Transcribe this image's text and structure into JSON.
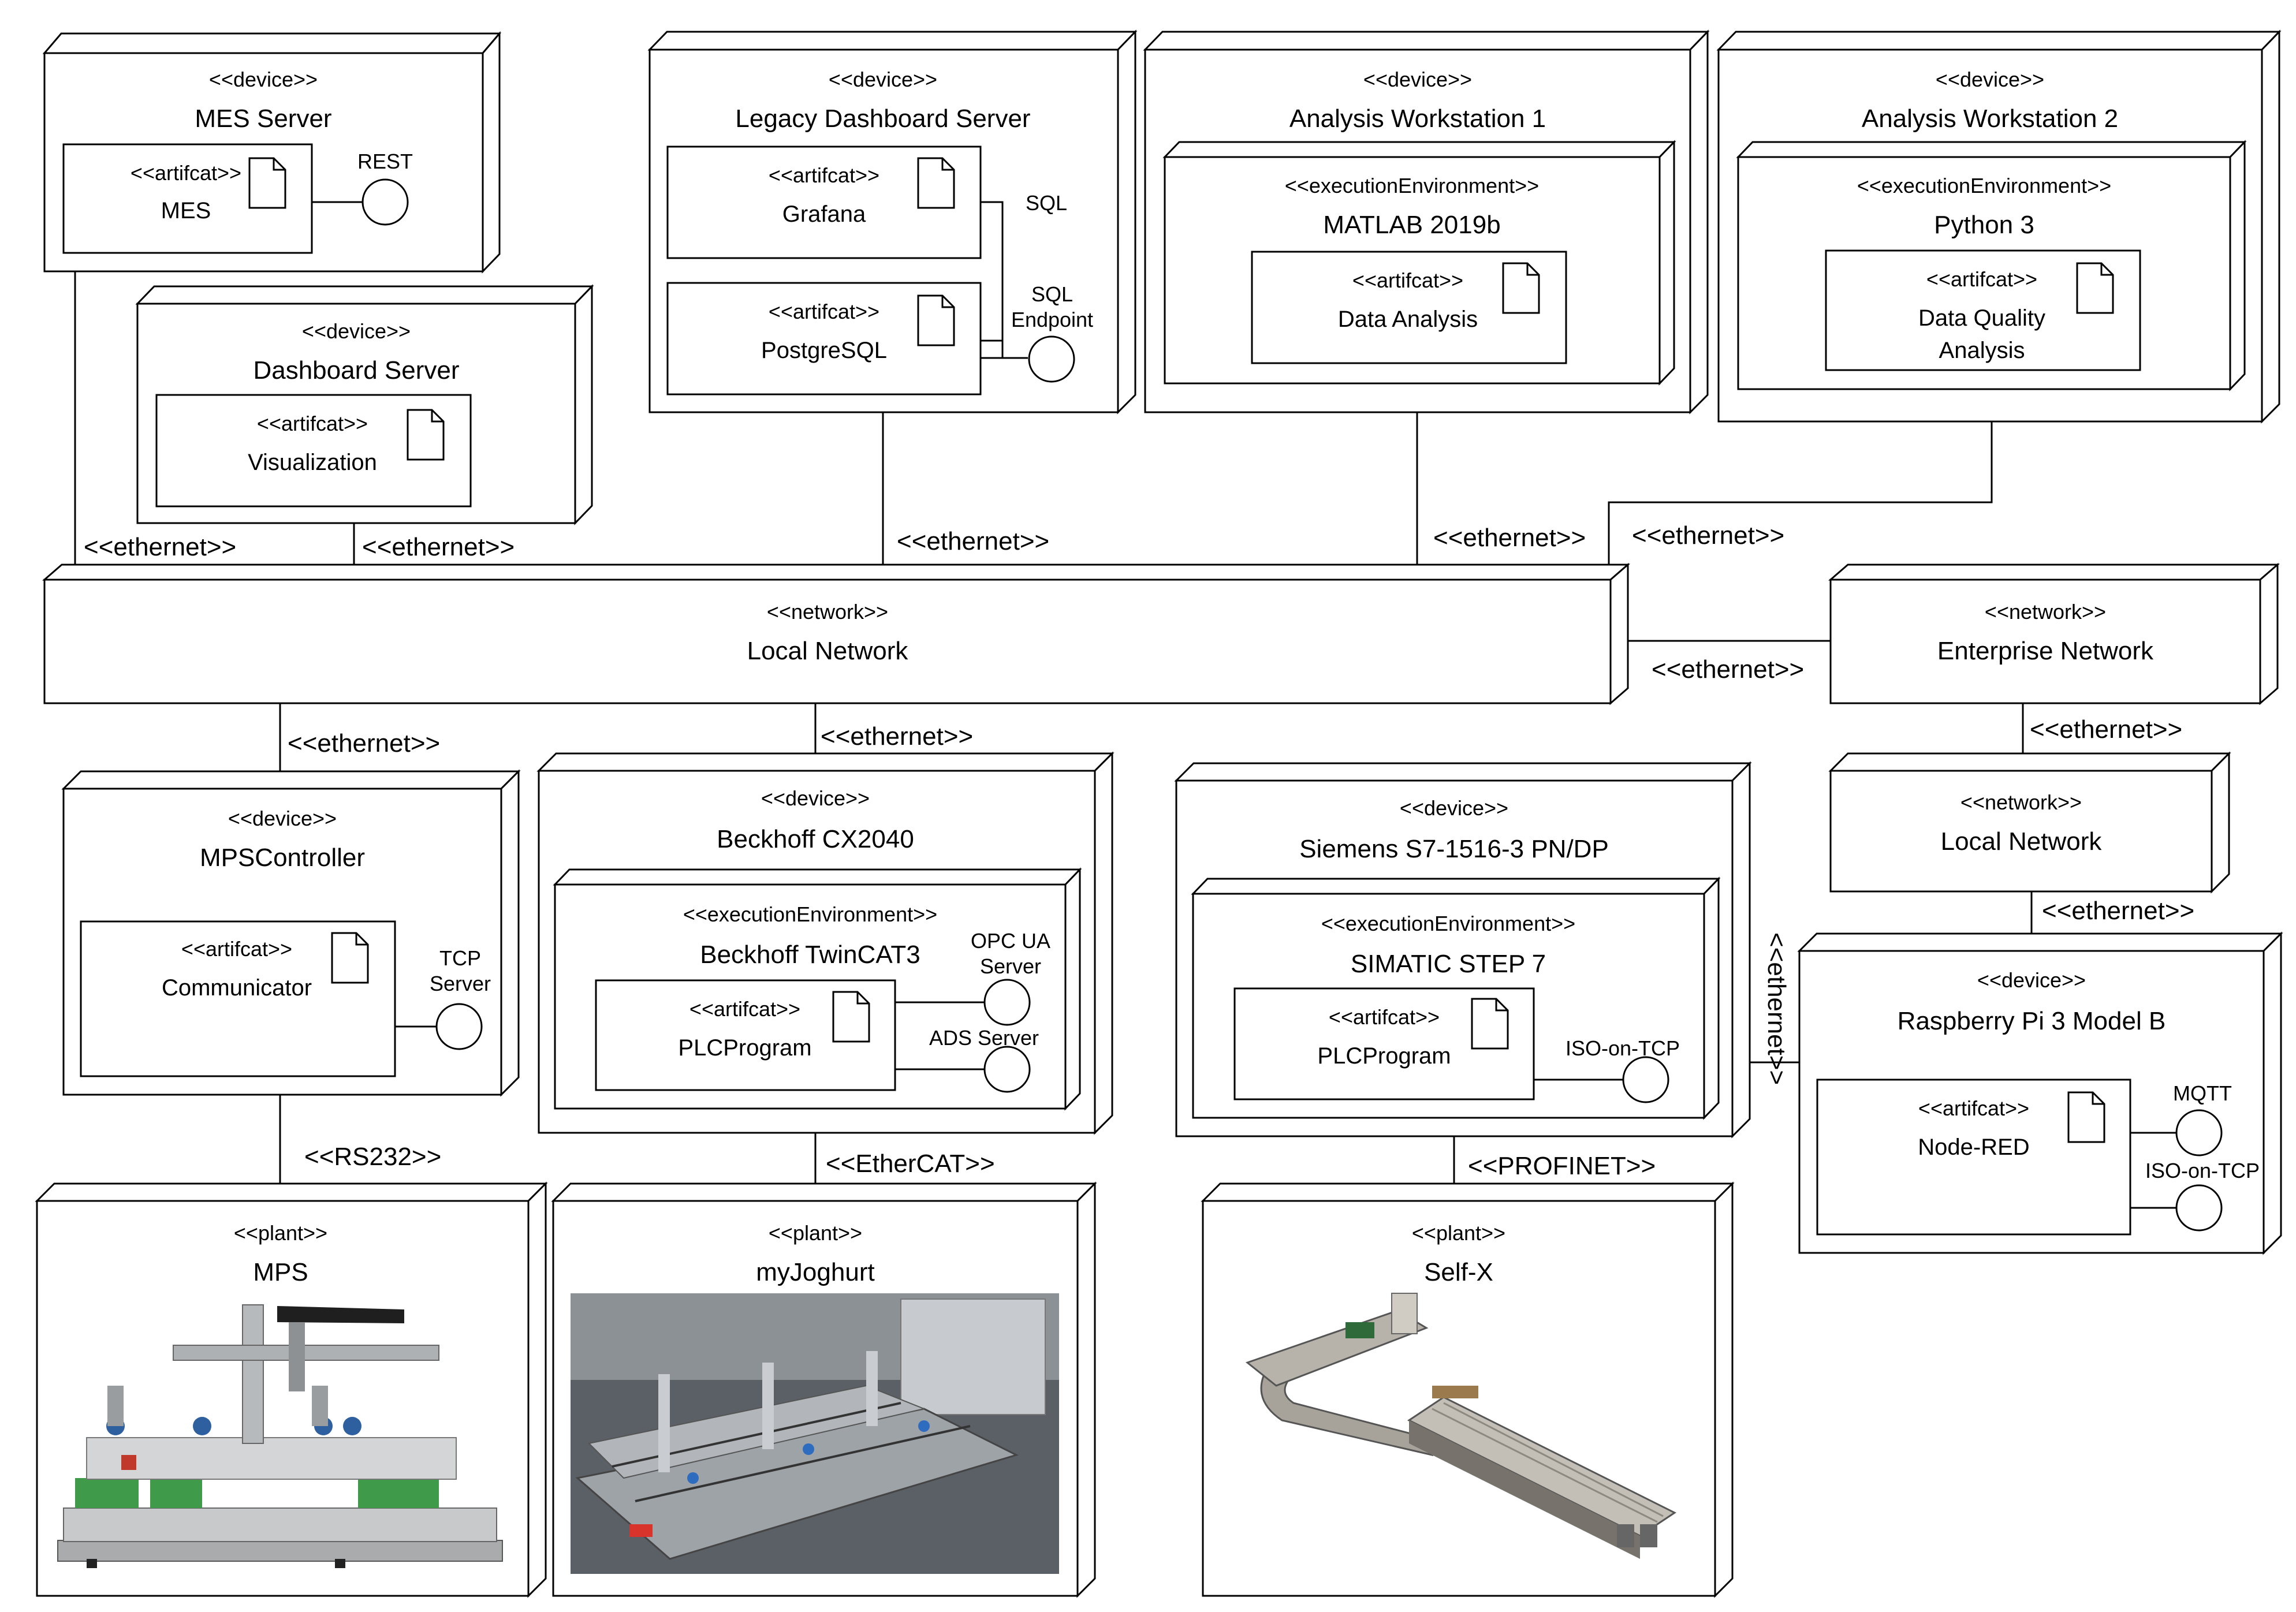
{
  "nodes": {
    "mes_server": {
      "stereotype": "<<device>>",
      "name": "MES Server"
    },
    "dashboard_server": {
      "stereotype": "<<device>>",
      "name": "Dashboard Server"
    },
    "legacy_dashboard_server": {
      "stereotype": "<<device>>",
      "name": "Legacy Dashboard Server"
    },
    "analysis_ws1": {
      "stereotype": "<<device>>",
      "name": "Analysis Workstation 1"
    },
    "analysis_ws2": {
      "stereotype": "<<device>>",
      "name": "Analysis Workstation 2"
    },
    "local_network": {
      "stereotype": "<<network>>",
      "name": "Local Network"
    },
    "enterprise_network": {
      "stereotype": "<<network>>",
      "name": "Enterprise Network"
    },
    "local_network2": {
      "stereotype": "<<network>>",
      "name": "Local Network"
    },
    "mps_controller": {
      "stereotype": "<<device>>",
      "name": "MPSController"
    },
    "beckhoff": {
      "stereotype": "<<device>>",
      "name": "Beckhoff CX2040"
    },
    "siemens": {
      "stereotype": "<<device>>",
      "name": "Siemens S7-1516-3 PN/DP"
    },
    "raspberry": {
      "stereotype": "<<device>>",
      "name": "Raspberry Pi 3 Model B"
    },
    "plant_mps": {
      "stereotype": "<<plant>>",
      "name": "MPS"
    },
    "plant_joghurt": {
      "stereotype": "<<plant>>",
      "name": "myJoghurt"
    },
    "plant_selfx": {
      "stereotype": "<<plant>>",
      "name": "Self-X"
    }
  },
  "envs": {
    "matlab": {
      "stereotype": "<<executionEnvironment>>",
      "name": "MATLAB 2019b"
    },
    "python": {
      "stereotype": "<<executionEnvironment>>",
      "name": "Python 3"
    },
    "twincat": {
      "stereotype": "<<executionEnvironment>>",
      "name": "Beckhoff  TwinCAT3"
    },
    "step7": {
      "stereotype": "<<executionEnvironment>>",
      "name": "SIMATIC STEP 7"
    }
  },
  "artifacts": {
    "mes": {
      "stereotype": "<<artifcat>>",
      "name": "MES"
    },
    "visualization": {
      "stereotype": "<<artifcat>>",
      "name": "Visualization"
    },
    "grafana": {
      "stereotype": "<<artifcat>>",
      "name": "Grafana"
    },
    "postgres": {
      "stereotype": "<<artifcat>>",
      "name": "PostgreSQL"
    },
    "data_analysis": {
      "stereotype": "<<artifcat>>",
      "name": "Data Analysis"
    },
    "dq_analysis": {
      "stereotype": "<<artifcat>>",
      "name_line1": "Data Quality",
      "name_line2": "Analysis"
    },
    "communicator": {
      "stereotype": "<<artifcat>>",
      "name": "Communicator"
    },
    "plc_beckhoff": {
      "stereotype": "<<artifcat>>",
      "name": "PLCProgram"
    },
    "plc_siemens": {
      "stereotype": "<<artifcat>>",
      "name": "PLCProgram"
    },
    "nodered": {
      "stereotype": "<<artifcat>>",
      "name": "Node-RED"
    }
  },
  "ports": {
    "rest": "REST",
    "sql": "SQL",
    "sql_endpoint_1": "SQL",
    "sql_endpoint_2": "Endpoint",
    "tcp_server_1": "TCP",
    "tcp_server_2": "Server",
    "opcua_1": "OPC UA",
    "opcua_2": "Server",
    "ads": "ADS Server",
    "iso_tcp_siemens": "ISO-on-TCP",
    "mqtt": "MQTT",
    "iso_tcp_rpi": "ISO-on-TCP"
  },
  "connections": {
    "eth_mes": "<<ethernet>>",
    "eth_dashboard": "<<ethernet>>",
    "eth_legacy": "<<ethernet>>",
    "eth_ws1": "<<ethernet>>",
    "eth_ws2": "<<ethernet>>",
    "eth_enterprise": "<<ethernet>>",
    "eth_mpsctrl": "<<ethernet>>",
    "eth_beckhoff": "<<ethernet>>",
    "eth_ent_local": "<<ethernet>>",
    "eth_local_rpi": "<<ethernet>>",
    "eth_siemens_rpi": "<<ethernet>>",
    "rs232": "<<RS232>>",
    "ethercat": "<<EtherCAT>>",
    "profinet": "<<PROFINET>>"
  }
}
